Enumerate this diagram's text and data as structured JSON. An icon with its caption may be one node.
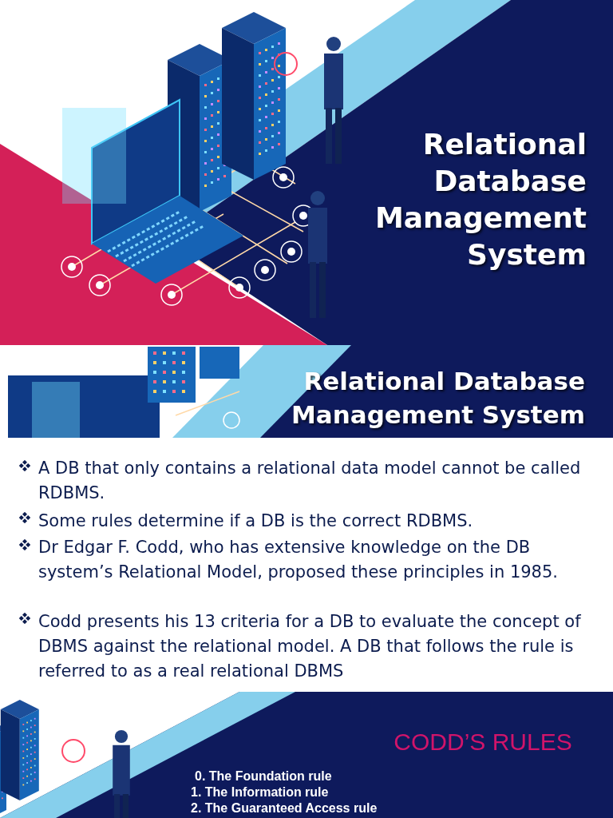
{
  "diagram": {
    "title": "Relational Database Management System",
    "labels": [
      "Relational Database Management System",
      "A DB that only contains a relational data model cannot be called RDBMS.",
      "Some rules determine if a DB is the correct RDBMS.",
      "Dr Edgar F. Codd, who has extensive knowledge on the DB system’s Relational Model, proposed these principles in 1985.",
      "Codd presents his 13 criteria for a DB to evaluate the concept of DBMS against the relational model. A DB that follows the rule is referred to as a real relational DBMS",
      "CODD’S RULES",
      "0. The Foundation rule",
      "1. The Information rule",
      "2. The Guaranteed Access rule"
    ]
  }
}
